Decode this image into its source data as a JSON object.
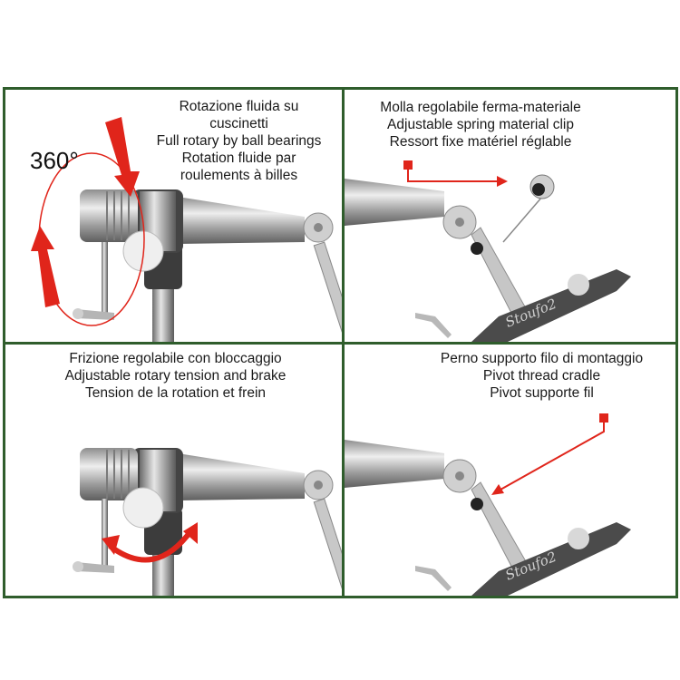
{
  "panels": [
    {
      "id": "rotary",
      "caption_lines": [
        "Rotazione fluida su",
        "cuscinetti",
        "Full rotary by ball bearings",
        "Rotation fluide par",
        "roulements à billes"
      ],
      "annotation": "360°",
      "icons": [
        "red-rotation-arrow",
        "vise-head-product"
      ]
    },
    {
      "id": "spring-clip",
      "caption_lines": [
        "Molla regolabile ferma-materiale",
        "Adjustable spring material clip",
        "Ressort fixe matériel réglable"
      ],
      "brand": "Stoufo2",
      "icons": [
        "red-pointer-arrow",
        "vise-jaw-product"
      ]
    },
    {
      "id": "tension",
      "caption_lines": [
        "Frizione regolabile con bloccaggio",
        "Adjustable rotary tension and brake",
        "Tension de la rotation et frein"
      ],
      "icons": [
        "red-double-arrow",
        "vise-head-product"
      ]
    },
    {
      "id": "thread-cradle",
      "caption_lines": [
        "Perno supporto filo di montaggio",
        "Pivot thread cradle",
        "Pivot supporte fil"
      ],
      "brand": "Stoufo2",
      "icons": [
        "red-pointer-arrow",
        "vise-jaw-product"
      ]
    }
  ],
  "colors": {
    "border": "#2f5d2c",
    "accent": "#e0251b",
    "metal": "#b9b9b9"
  }
}
